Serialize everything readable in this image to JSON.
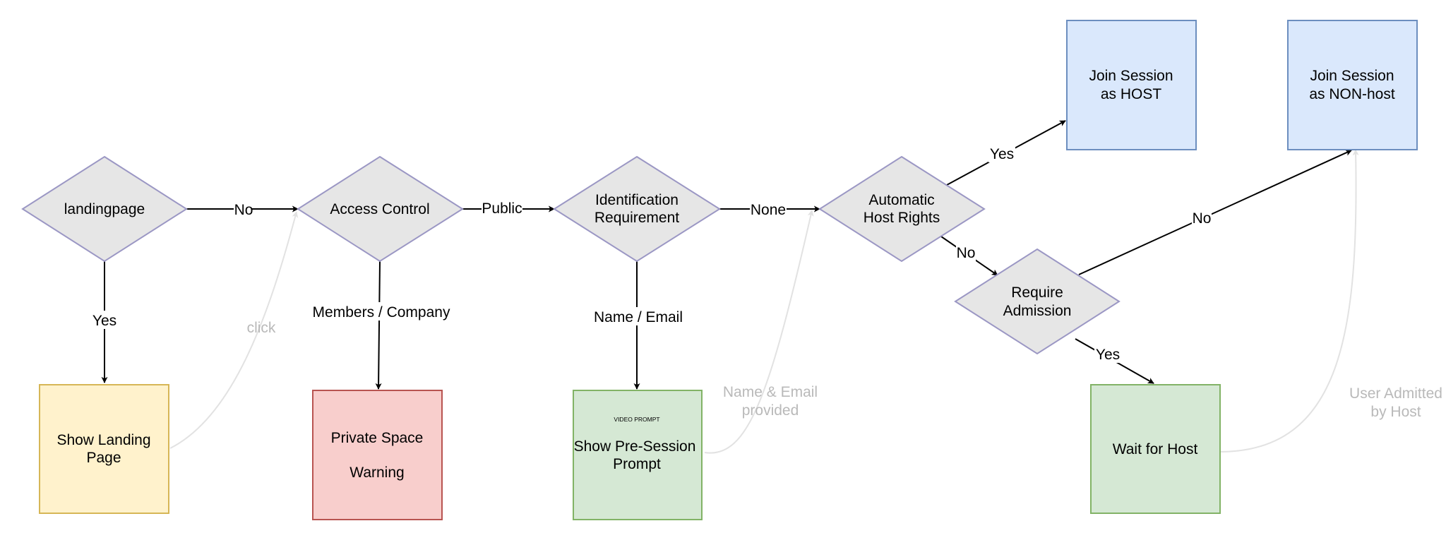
{
  "colors": {
    "decision_fill": "#e6e6e6",
    "decision_stroke": "#9b97c4",
    "yellow_fill": "#fff2cc",
    "yellow_stroke": "#d6b656",
    "red_fill": "#f8cecc",
    "red_stroke": "#b85450",
    "green_fill": "#d5e8d4",
    "green_stroke": "#82b366",
    "blue_fill": "#dae8fc",
    "blue_stroke": "#6c8ebf",
    "ghost": "#b9b9b9"
  },
  "nodes": {
    "landingpage": {
      "lines": [
        "landingpage"
      ]
    },
    "access_control": {
      "lines": [
        "Access Control"
      ]
    },
    "identification": {
      "lines": [
        "Identification",
        "Requirement"
      ]
    },
    "automatic_host": {
      "lines": [
        "Automatic",
        "Host Rights"
      ]
    },
    "require_admission": {
      "lines": [
        "Require",
        "Admission"
      ]
    },
    "show_landing": {
      "lines": [
        "Show Landing",
        "Page"
      ]
    },
    "private_space": {
      "lines": [
        "Private Space",
        "Warning"
      ]
    },
    "pre_session": {
      "tag": "VIDEO PROMPT",
      "lines": [
        "Show Pre-Session",
        "Prompt"
      ]
    },
    "wait_for_host": {
      "lines": [
        "Wait for Host"
      ]
    },
    "join_host": {
      "lines": [
        "Join Session",
        "as HOST"
      ]
    },
    "join_nonhost": {
      "lines": [
        "Join Session",
        "as NON-host"
      ]
    }
  },
  "edges": {
    "landing_no": "No",
    "landing_yes": "Yes",
    "access_public": "Public",
    "access_members": "Members / Company",
    "ident_none": "None",
    "ident_name_email": "Name / Email",
    "auto_yes": "Yes",
    "auto_no": "No",
    "admission_no": "No",
    "admission_yes": "Yes"
  },
  "ghost_labels": {
    "click": "click",
    "name_email_provided": [
      "Name & Email",
      "provided"
    ],
    "user_admitted": [
      "User Admitted",
      "by Host"
    ]
  }
}
